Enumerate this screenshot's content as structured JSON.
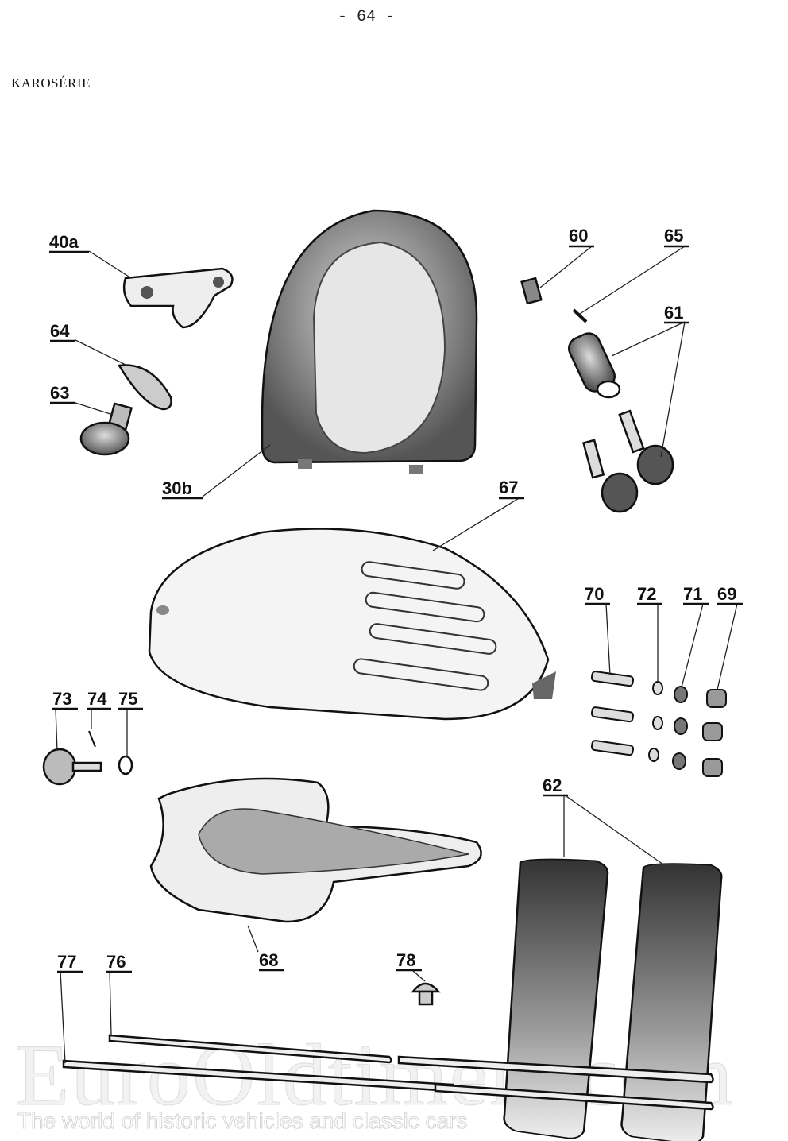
{
  "page": {
    "number": "- 64 -",
    "section_title": "KAROSÉRIE"
  },
  "labels": {
    "l40a": "40a",
    "l64": "64",
    "l63": "63",
    "l30b": "30b",
    "l60": "60",
    "l65": "65",
    "l61": "61",
    "l67": "67",
    "l70": "70",
    "l72": "72",
    "l71": "71",
    "l69": "69",
    "l73": "73",
    "l74": "74",
    "l75": "75",
    "l62": "62",
    "l68": "68",
    "l78": "78",
    "l77": "77",
    "l76": "76"
  },
  "watermark": {
    "brand": "EuroOldtimers.com",
    "tagline": "The world of historic vehicles and classic cars"
  }
}
